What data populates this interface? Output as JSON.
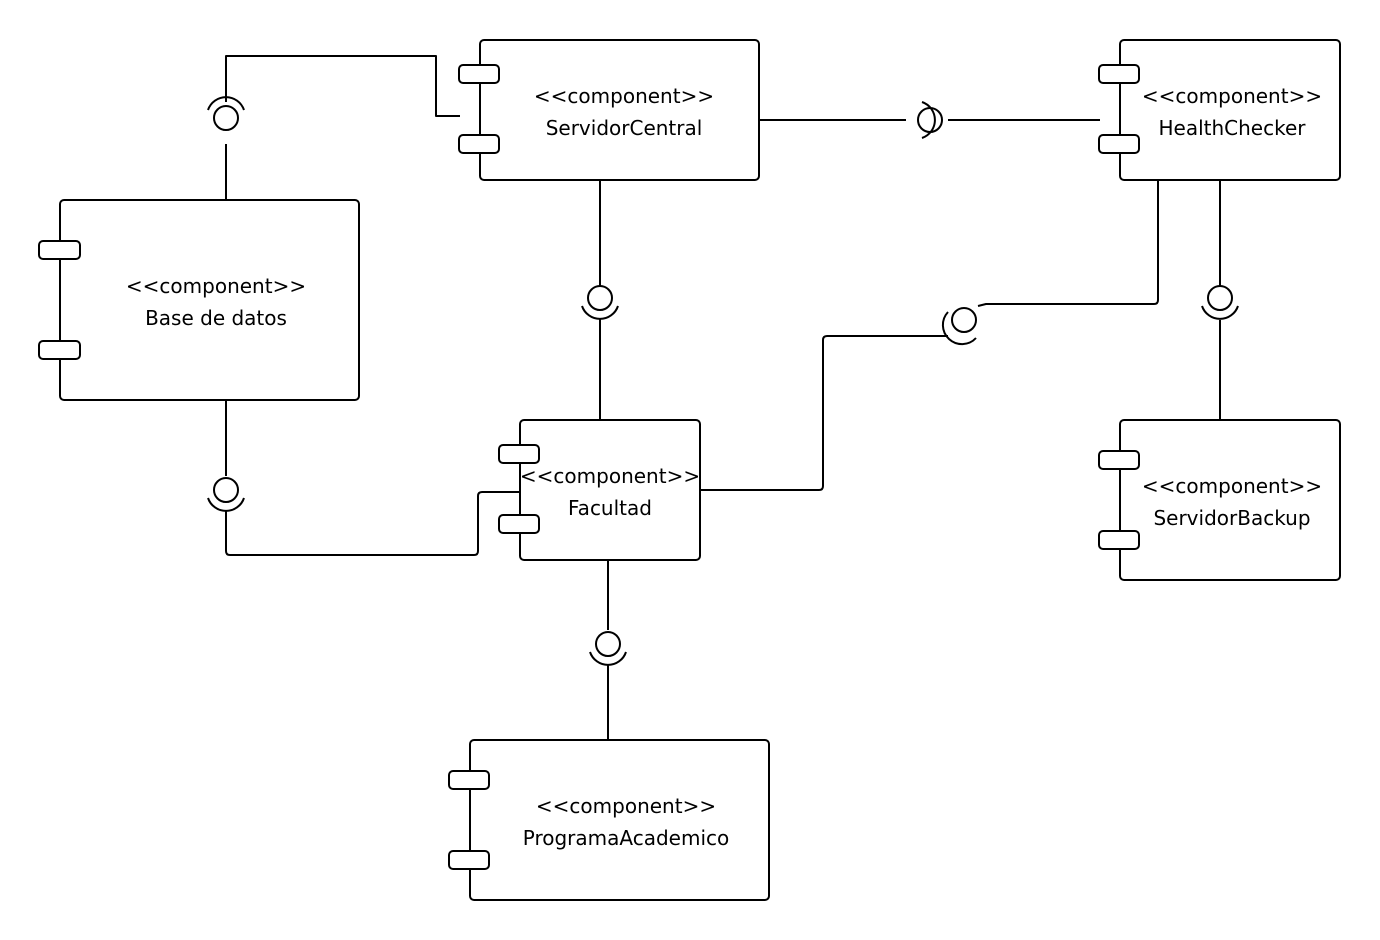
{
  "diagram": {
    "type": "UML component diagram",
    "colors": {
      "stroke": "#000000",
      "fill": "#ffffff",
      "background": "#ffffff"
    },
    "components": {
      "servidor_central": {
        "stereotype": "<<component>>",
        "name": "ServidorCentral"
      },
      "health_checker": {
        "stereotype": "<<component>>",
        "name": "HealthChecker"
      },
      "base_de_datos": {
        "stereotype": "<<component>>",
        "name": "Base de datos"
      },
      "facultad": {
        "stereotype": "<<component>>",
        "name": "Facultad"
      },
      "servidor_backup": {
        "stereotype": "<<component>>",
        "name": "ServidorBackup"
      },
      "programa_academico": {
        "stereotype": "<<component>>",
        "name": "ProgramaAcademico"
      }
    },
    "connections": [
      {
        "from": "ServidorCentral",
        "to": "Base de datos",
        "style": "ball-and-socket"
      },
      {
        "from": "ServidorCentral",
        "to": "HealthChecker",
        "style": "ball-and-socket"
      },
      {
        "from": "ServidorCentral",
        "to": "Facultad",
        "style": "ball-and-socket"
      },
      {
        "from": "HealthChecker",
        "to": "Facultad",
        "style": "ball-and-socket"
      },
      {
        "from": "HealthChecker",
        "to": "ServidorBackup",
        "style": "ball-and-socket"
      },
      {
        "from": "Base de datos",
        "to": "Facultad",
        "style": "ball-and-socket"
      },
      {
        "from": "Facultad",
        "to": "ProgramaAcademico",
        "style": "ball-and-socket"
      }
    ]
  }
}
